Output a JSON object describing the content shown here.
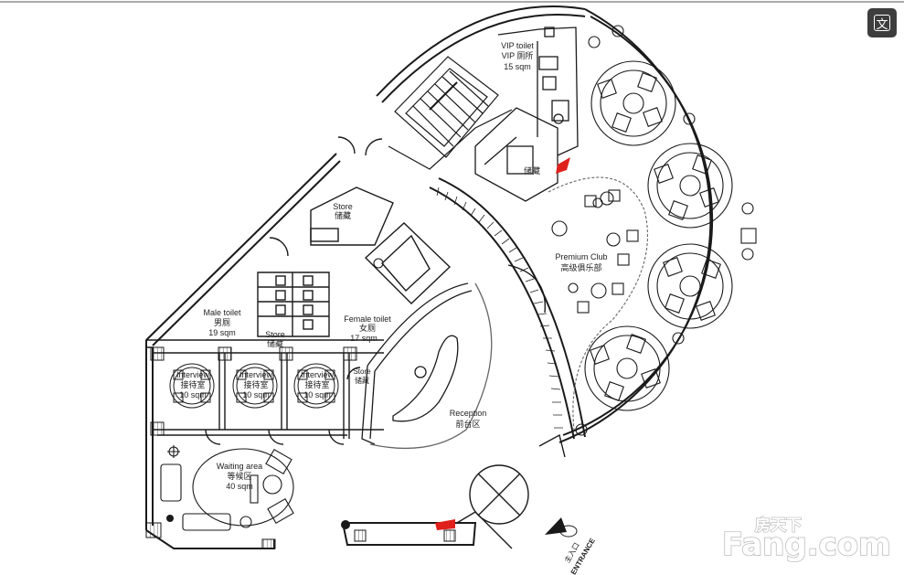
{
  "toolbar": {
    "translate_icon": "translate-icon",
    "translate_glyph": "文"
  },
  "rooms": {
    "vip_toilet": {
      "en": "VIP toilet",
      "cn": "VIP 厕所",
      "area": "15 sqm"
    },
    "store_top": {
      "cn": "储藏"
    },
    "store_mid": {
      "en": "Store",
      "cn": "储藏"
    },
    "premium_club": {
      "en": "Premium Club",
      "cn": "高级俱乐部"
    },
    "male_toilet": {
      "en": "Male toilet",
      "cn": "男厕",
      "area": "19 sqm"
    },
    "store_small": {
      "en": "Store",
      "cn": "储藏"
    },
    "female_toilet": {
      "en": "Female toilet",
      "cn": "女厕",
      "area": "17 sqm"
    },
    "store_right": {
      "en": "Store",
      "cn": "储藏"
    },
    "interview_1": {
      "en": "Interview",
      "cn": "接待室",
      "area": "10 sqm"
    },
    "interview_2": {
      "en": "Interview",
      "cn": "接待室",
      "area": "10 sqm"
    },
    "interview_3": {
      "en": "Interview",
      "cn": "接待室",
      "area": "10 sqm"
    },
    "reception": {
      "en": "Reception",
      "cn": "前台区"
    },
    "waiting_area": {
      "en": "Waiting area",
      "cn": "等候区",
      "area": "40 sqm"
    },
    "entrance": {
      "cn": "主入口",
      "en": "ENTRANCE"
    }
  },
  "watermark": {
    "cn": "房天下",
    "en": "Fang.com"
  },
  "colors": {
    "wall": "#1a1a1a",
    "accent_red": "#e0201b",
    "watermark": "#bdbdbd"
  }
}
